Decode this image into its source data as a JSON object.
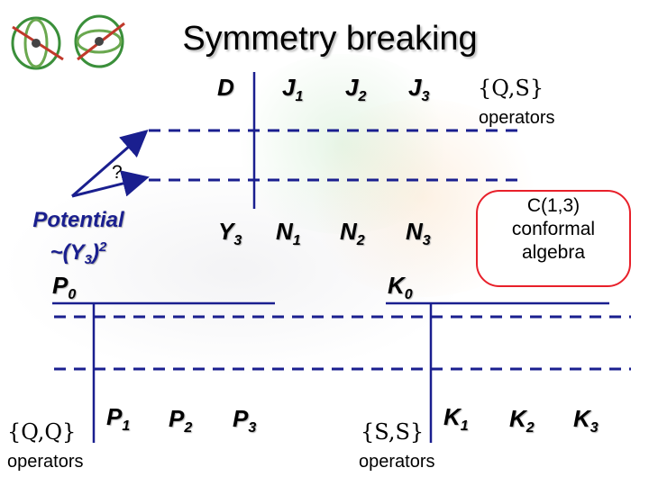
{
  "title": "Symmetry breaking",
  "top_row": {
    "D": "D",
    "J1": "J",
    "J1_sub": "1",
    "J2": "J",
    "J2_sub": "2",
    "J3": "J",
    "J3_sub": "3"
  },
  "QS": {
    "label": "{Q,S}",
    "operators": "operators"
  },
  "question": "?",
  "potential": {
    "line1": "Potential",
    "line2_pre": "~(Y",
    "line2_sub": "3",
    "line2_close": ")",
    "line2_sup": "2"
  },
  "mid_row": {
    "Y3": "Y",
    "Y3_sub": "3",
    "N1": "N",
    "N1_sub": "1",
    "N2": "N",
    "N2_sub": "2",
    "N3": "N",
    "N3_sub": "3"
  },
  "conformal": {
    "line1": "C(1,3)",
    "line2": "conformal",
    "line3": "algebra"
  },
  "P0": {
    "text": "P",
    "sub": "0"
  },
  "K0": {
    "text": "K",
    "sub": "0"
  },
  "bottom_row": {
    "P1": "P",
    "P1_sub": "1",
    "P2": "P",
    "P2_sub": "2",
    "P3": "P",
    "P3_sub": "3",
    "K1": "K",
    "K1_sub": "1",
    "K2": "K",
    "K2_sub": "2",
    "K3": "K",
    "K3_sub": "3"
  },
  "QQ": {
    "label": "{Q,Q}",
    "operators": "operators"
  },
  "SS": {
    "label": "{S,S}",
    "operators": "operators"
  },
  "colors": {
    "dash": "#1a1f8f",
    "line": "#1a1f8f",
    "arrow": "#1a1f8f",
    "box_border": "#e8202a",
    "logo_green": "#3a8f3a",
    "logo_red": "#c0392b"
  },
  "logo": {
    "icon": "gyroscope-logo-icon"
  }
}
